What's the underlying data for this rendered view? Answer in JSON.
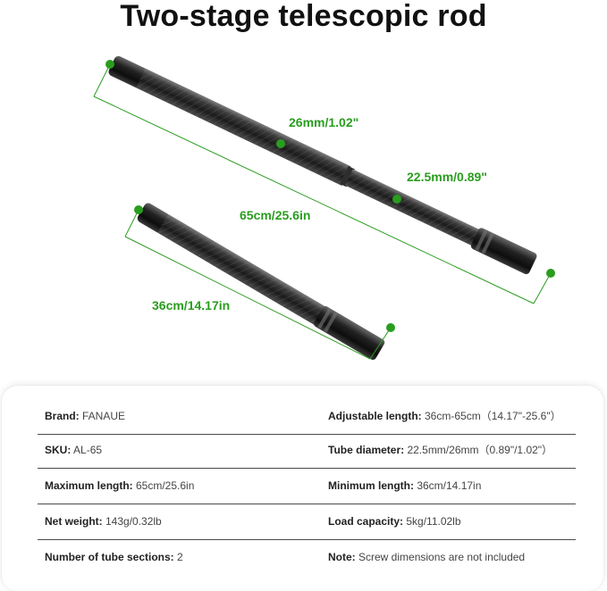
{
  "title": "Two-stage telescopic rod",
  "product": {
    "image": "two-stage-telescopic-rod-photo",
    "labels": {
      "diameter_large": "26mm/1.02\"",
      "diameter_small": "22.5mm/0.89\"",
      "extended_length": "65cm/25.6in",
      "collapsed_length": "36cm/14.17in"
    },
    "accent_color": "#2a9d1f"
  },
  "specs": [
    {
      "left": {
        "key": "Brand:",
        "value": " FANAUE"
      },
      "right": {
        "key": "Adjustable length:",
        "value": " 36cm-65cm（14.17\"-25.6\"）"
      }
    },
    {
      "left": {
        "key": "SKU:",
        "value": "  AL-65"
      },
      "right": {
        "key": "Tube diameter:",
        "value": " 22.5mm/26mm（0.89\"/1.02\"）"
      }
    },
    {
      "left": {
        "key": "Maximum length:",
        "value": "  65cm/25.6in"
      },
      "right": {
        "key": "Minimum length:",
        "value": "  36cm/14.17in"
      }
    },
    {
      "left": {
        "key": "Net weight:",
        "value": "  143g/0.32lb"
      },
      "right": {
        "key": "Load capacity:",
        "value": "  5kg/11.02lb"
      }
    },
    {
      "left": {
        "key": "Number of tube sections:",
        "value": "  2"
      },
      "right": {
        "key": "Note:",
        "value": "  Screw dimensions are not included"
      }
    }
  ]
}
